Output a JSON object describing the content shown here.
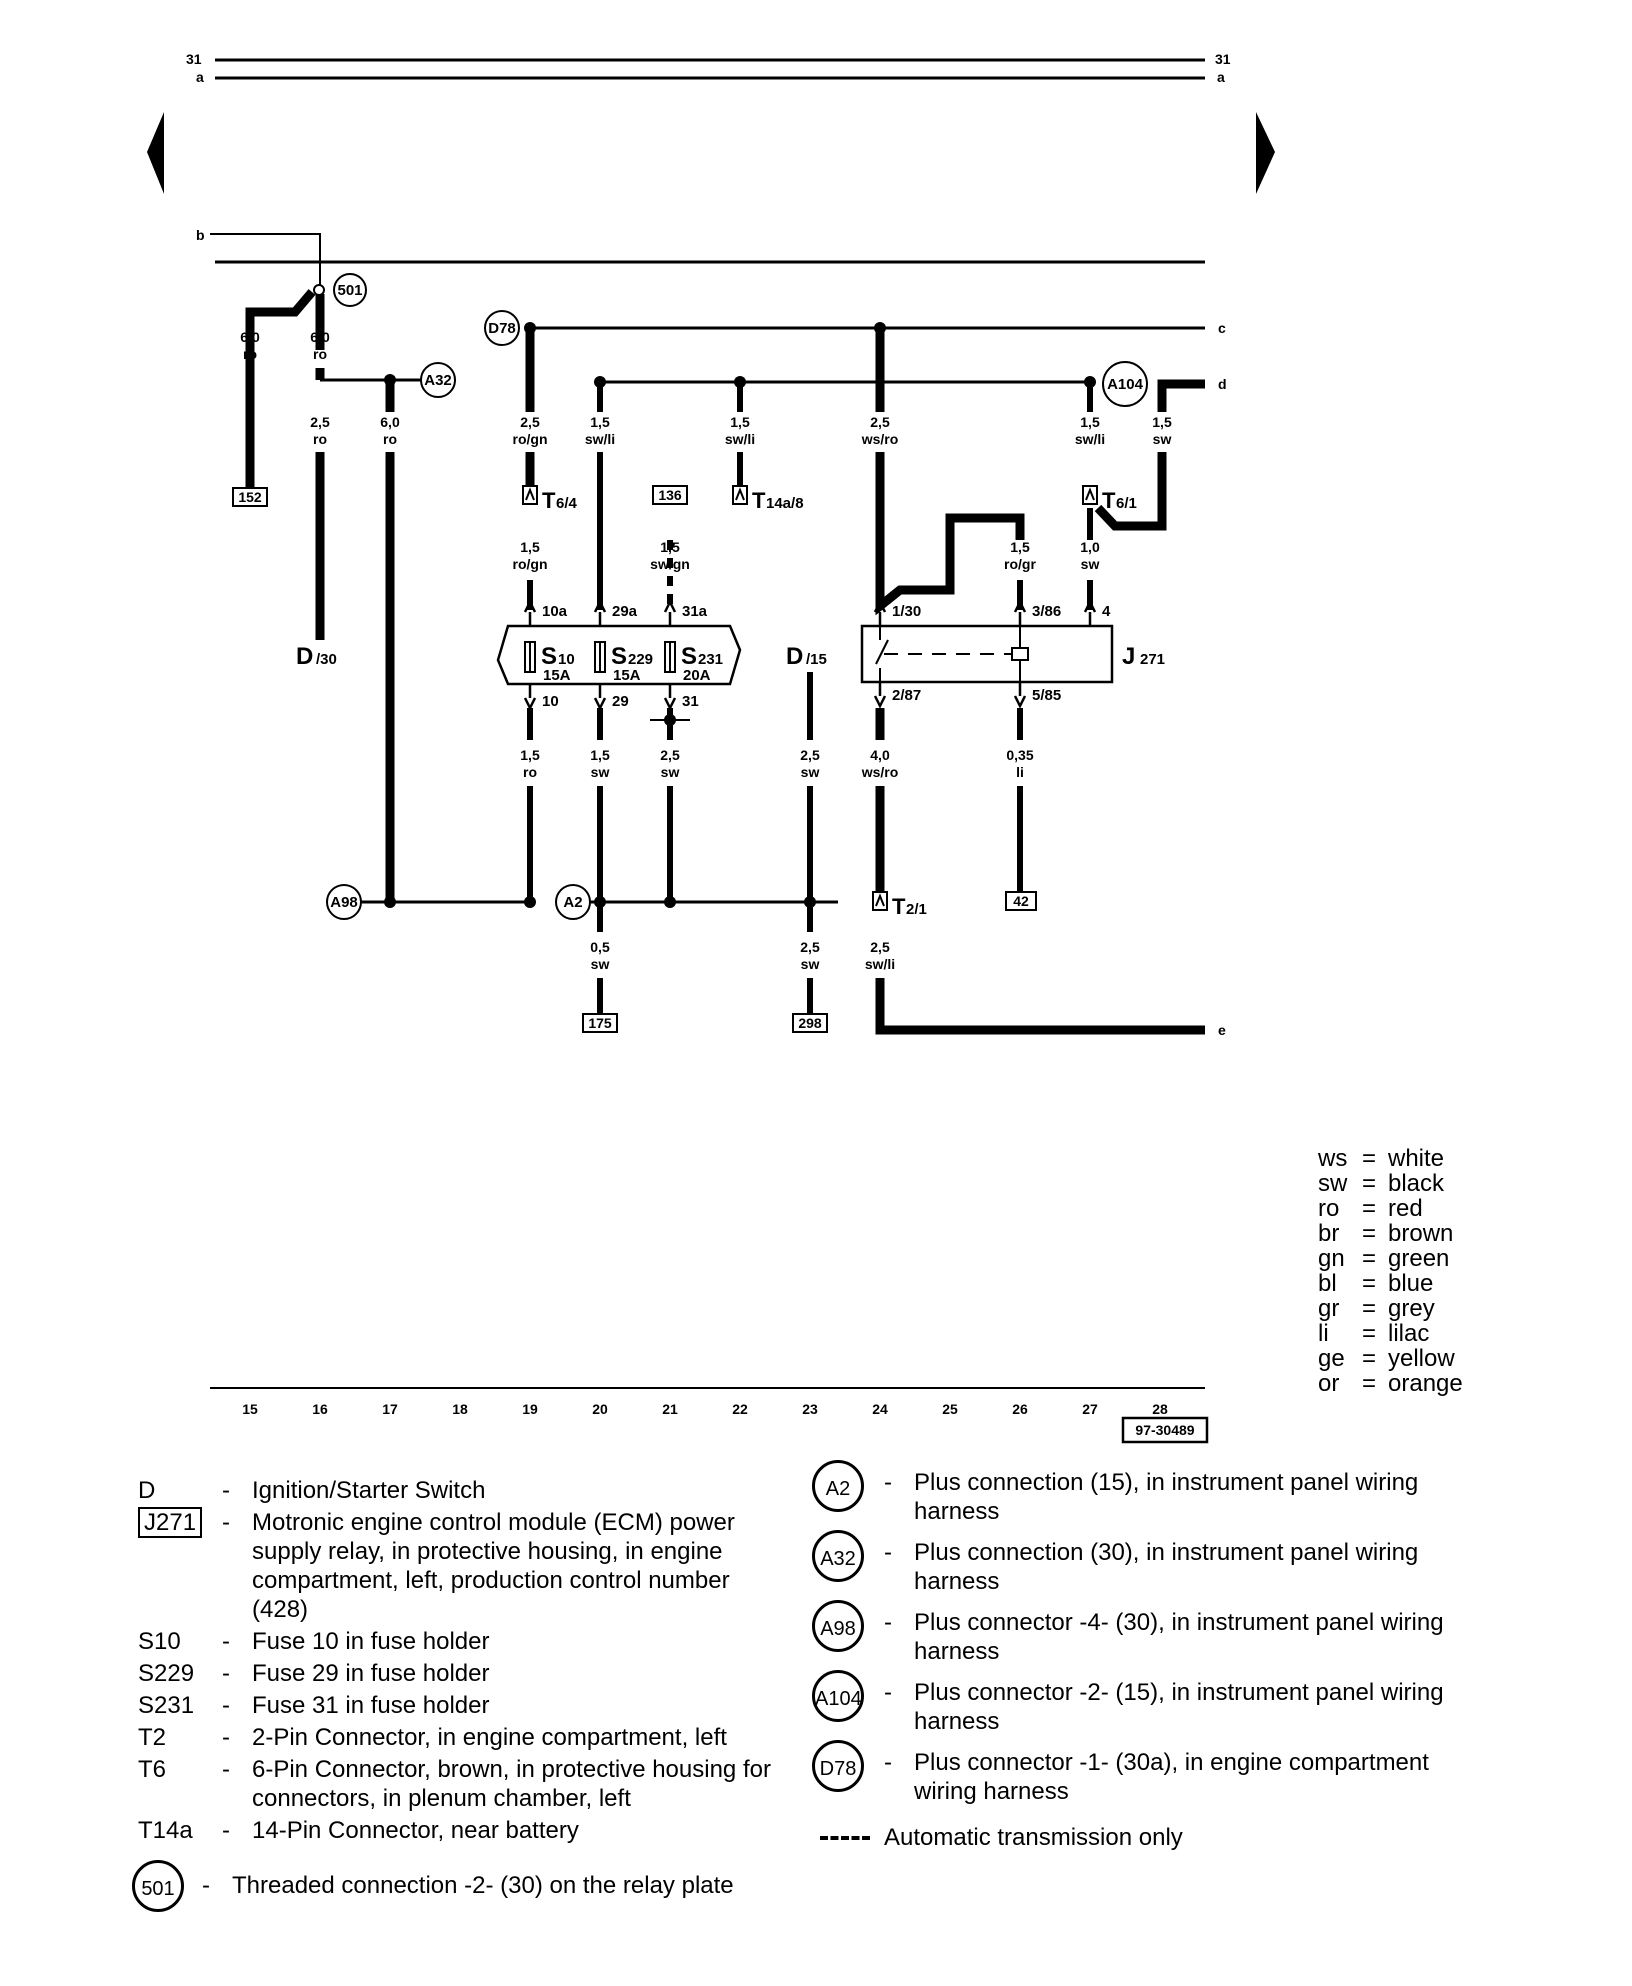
{
  "header": {
    "line31_left": "31",
    "line31_right": "31",
    "linea_left": "a",
    "linea_right": "a"
  },
  "rails": {
    "b": "b",
    "c": "c",
    "d": "d",
    "e": "e"
  },
  "connections": {
    "c501": "501",
    "cD78": "D78",
    "cA32": "A32",
    "cA104": "A104",
    "cA98": "A98",
    "cA2": "A2"
  },
  "wires": {
    "w1_size": "6,0",
    "w1_color": "ro",
    "w2_size": "6,0",
    "w2_color": "ro",
    "w3_size": "2,5",
    "w3_color": "ro",
    "w4_size": "6,0",
    "w4_color": "ro",
    "w5_size": "2,5",
    "w5_color": "ro/gn",
    "w6_size": "1,5",
    "w6_color": "sw/li",
    "w7_size": "1,5",
    "w7_color": "sw/li",
    "w8_size": "2,5",
    "w8_color": "ws/ro",
    "w9_size": "1,5",
    "w9_color": "sw/li",
    "w10_size": "1,5",
    "w10_color": "sw",
    "w11_size": "1,5",
    "w11_color": "ro/gn",
    "w12_size": "1,5",
    "w12_color": "sw/gn",
    "w13_size": "1,5",
    "w13_color": "ro/gr",
    "w14_size": "1,0",
    "w14_color": "sw",
    "w15_size": "1,5",
    "w15_color": "ro",
    "w16_size": "1,5",
    "w16_color": "sw",
    "w17_size": "2,5",
    "w17_color": "sw",
    "w18_size": "2,5",
    "w18_color": "sw",
    "w19_size": "4,0",
    "w19_color": "ws/ro",
    "w20_size": "0,35",
    "w20_color": "li",
    "w21_size": "0,5",
    "w21_color": "sw",
    "w22_size": "2,5",
    "w22_color": "sw",
    "w23_size": "2,5",
    "w23_color": "sw/li"
  },
  "refs": {
    "r152": "152",
    "r136": "136",
    "r42": "42",
    "r175": "175",
    "r298": "298"
  },
  "connectors": {
    "t64": "T",
    "t64_sub": "6/4",
    "t14a8": "T",
    "t14a8_sub": "14a/8",
    "t61": "T",
    "t61_sub": "6/1",
    "t21": "T",
    "t21_sub": "2/1"
  },
  "components": {
    "d30": "D",
    "d30_sub": "/30",
    "d15": "D",
    "d15_sub": "/15",
    "j271": "J",
    "j271_sub": "271",
    "s10": "S",
    "s10_sub": "10",
    "s10_amp": "15A",
    "s229": "S",
    "s229_sub": "229",
    "s229_amp": "15A",
    "s231": "S",
    "s231_sub": "231",
    "s231_amp": "20A"
  },
  "pins": {
    "p10a": "10a",
    "p29a": "29a",
    "p31a": "31a",
    "p10": "10",
    "p29": "29",
    "p31": "31",
    "p130": "1/30",
    "p386": "3/86",
    "p4": "4",
    "p287": "2/87",
    "p585": "5/85"
  },
  "tracks": [
    "15",
    "16",
    "17",
    "18",
    "19",
    "20",
    "21",
    "22",
    "23",
    "24",
    "25",
    "26",
    "27",
    "28"
  ],
  "doc_number": "97-30489",
  "color_legend": [
    {
      "code": "ws",
      "eq": "=",
      "name": "white"
    },
    {
      "code": "sw",
      "eq": "=",
      "name": "black"
    },
    {
      "code": "ro",
      "eq": "=",
      "name": "red"
    },
    {
      "code": "br",
      "eq": "=",
      "name": "brown"
    },
    {
      "code": "gn",
      "eq": "=",
      "name": "green"
    },
    {
      "code": "bl",
      "eq": "=",
      "name": "blue"
    },
    {
      "code": "gr",
      "eq": "=",
      "name": "grey"
    },
    {
      "code": "li",
      "eq": "=",
      "name": "lilac"
    },
    {
      "code": "ge",
      "eq": "=",
      "name": "yellow"
    },
    {
      "code": "or",
      "eq": "=",
      "name": "orange"
    }
  ],
  "key_left": [
    {
      "code": "D",
      "dash": "-",
      "desc": "Ignition/Starter Switch"
    },
    {
      "code": "J271",
      "dash": "-",
      "desc": "Motronic engine control module (ECM) power supply relay, in protective housing, in engine compartment, left, production control number (428)"
    },
    {
      "code": "S10",
      "dash": "-",
      "desc": "Fuse 10 in fuse holder"
    },
    {
      "code": "S229",
      "dash": "-",
      "desc": "Fuse 29 in fuse holder"
    },
    {
      "code": "S231",
      "dash": "-",
      "desc": "Fuse 31 in fuse holder"
    },
    {
      "code": "T2",
      "dash": "-",
      "desc": "2-Pin Connector, in engine compartment, left"
    },
    {
      "code": "T6",
      "dash": "-",
      "desc": "6-Pin Connector, brown, in protective housing for connectors, in plenum chamber, left"
    },
    {
      "code": "T14a",
      "dash": "-",
      "desc": "14-Pin Connector, near battery"
    }
  ],
  "key_501": {
    "code": "501",
    "dash": "-",
    "desc": "Threaded connection -2- (30) on the relay plate"
  },
  "key_right": [
    {
      "code": "A2",
      "dash": "-",
      "desc": "Plus connection (15), in instrument panel wiring harness"
    },
    {
      "code": "A32",
      "dash": "-",
      "desc": "Plus connection (30), in instrument panel wiring harness"
    },
    {
      "code": "A98",
      "dash": "-",
      "desc": "Plus connector -4- (30), in instrument panel wiring harness"
    },
    {
      "code": "A104",
      "dash": "-",
      "desc": "Plus connector -2- (15), in instrument panel wiring harness"
    },
    {
      "code": "D78",
      "dash": "-",
      "desc": "Plus connector -1- (30a), in engine compartment wiring harness"
    }
  ],
  "auto_note": "Automatic transmission only"
}
